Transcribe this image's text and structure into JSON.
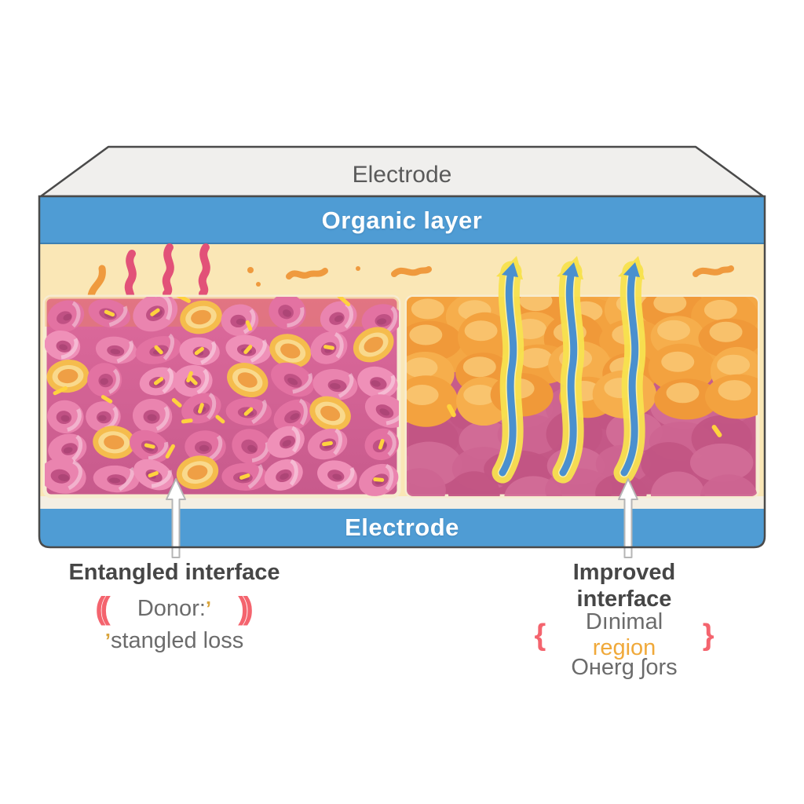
{
  "device": {
    "top_electrode_label": "Electrode",
    "organic_layer_label": "Organic layer",
    "bottom_electrode_label": "Electrode"
  },
  "captions": {
    "left": {
      "title": "Entangled interface",
      "open_mark": "((",
      "line1_text": "Donor:",
      "line1_tick": "’",
      "close_mark": "))",
      "line2_tick": "’",
      "line2_text": "stangled loss"
    },
    "right": {
      "title": "Improved interface",
      "open_mark": "{",
      "line1_word1": "Dınimal",
      "line1_word2": "region",
      "close_mark": "}",
      "line2_text": "Oнerg ʃors"
    }
  },
  "colors": {
    "outline": "#4a4a4a",
    "electrode_fill": "#f0efed",
    "electrode_text": "#5a5a5a",
    "blue": "#4f9cd4",
    "blue_edge": "#3d80b2",
    "cream": "#fae7b6",
    "white_strip": "#f4efe3",
    "panel_edge": "#f7ecd0",
    "left_panel_top": "#dd6a9c",
    "left_panel_bottom": "#c75a8c",
    "donut_body": "#ea84af",
    "donut_body_alt": "#e372a2",
    "donut_hole": "#c05184",
    "donut_hole_dark": "#ad4576",
    "yellow_blob": "#f5bc4d",
    "yellow_blob_inner": "#ef9f45",
    "yellow_blob_light": "#f9d98c",
    "streak_yellow": "#ffd23e",
    "right_panel_top": "#cb6190",
    "right_panel_bottom": "#c25584",
    "magenta_blob": "#cd6591",
    "magenta_blob_alt": "#d26d97",
    "orange_base": "#f4a744",
    "orange_blob": "#f3a23f",
    "orange_blob_alt": "#f6ae4c",
    "orange_blob_deep": "#f09939",
    "orange_blob_light": "#f9c874",
    "arrow_blue": "#4a90cf",
    "arrow_glow": "#f7e14f",
    "arrow_glow_light": "#fdf3ae",
    "squiggle_pink": "#e25178",
    "squiggle_orange": "#ef9a3e",
    "pointer_fill": "#ffffff",
    "pointer_stroke": "#b6b6b6",
    "heading_text": "#464646",
    "body_text": "#6b6b6b",
    "red_mark": "#f4646e",
    "tick_yellow": "#d9a43c",
    "region_text": "#f0a93a"
  }
}
